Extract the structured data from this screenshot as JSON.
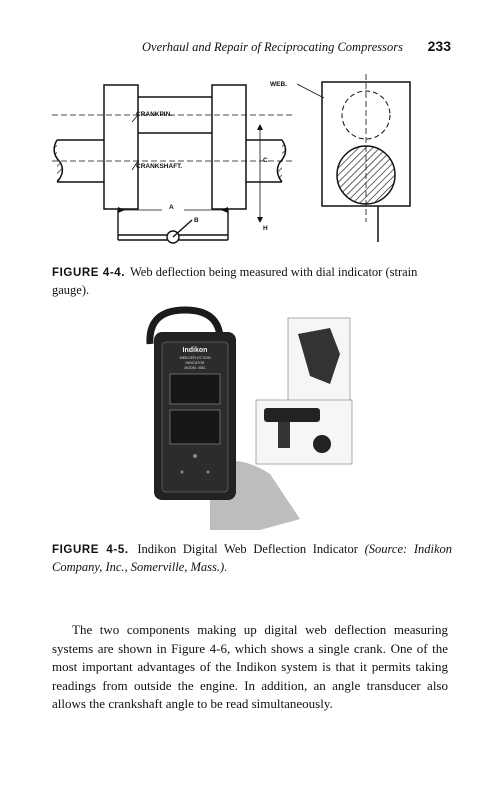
{
  "header": {
    "running_title": "Overhaul and Repair of Reciprocating Compressors",
    "page_number": "233"
  },
  "figure_4_4": {
    "labels": {
      "web": "WEB.",
      "crankpin": "CRANKPIN.",
      "crankshaft": "CRANKSHAFT.",
      "a": "A",
      "b": "B",
      "c": "C",
      "h": "H"
    },
    "caption_label": "FIGURE 4-4.",
    "caption_text": "Web deflection being measured with dial indicator (strain gauge)."
  },
  "figure_4_5": {
    "device_text": {
      "brand": "Indikon",
      "line1": "WEB DEFLECTION",
      "line2": "INDICATOR",
      "line3": "MODEL 4051"
    },
    "caption_label": "FIGURE 4-5.",
    "caption_text": "Indikon Digital Web Deflection Indicator",
    "caption_source": "(Source: Indikon Company, Inc., Somerville, Mass.)."
  },
  "body": {
    "paragraph": "The two components making up digital web deflection measuring systems are shown in Figure 4-6, which shows a single crank. One of the most important advantages of the Indikon system is that it permits taking readings from outside the engine. In addition, an angle transducer also allows the crankshaft angle to be read simultaneously."
  }
}
